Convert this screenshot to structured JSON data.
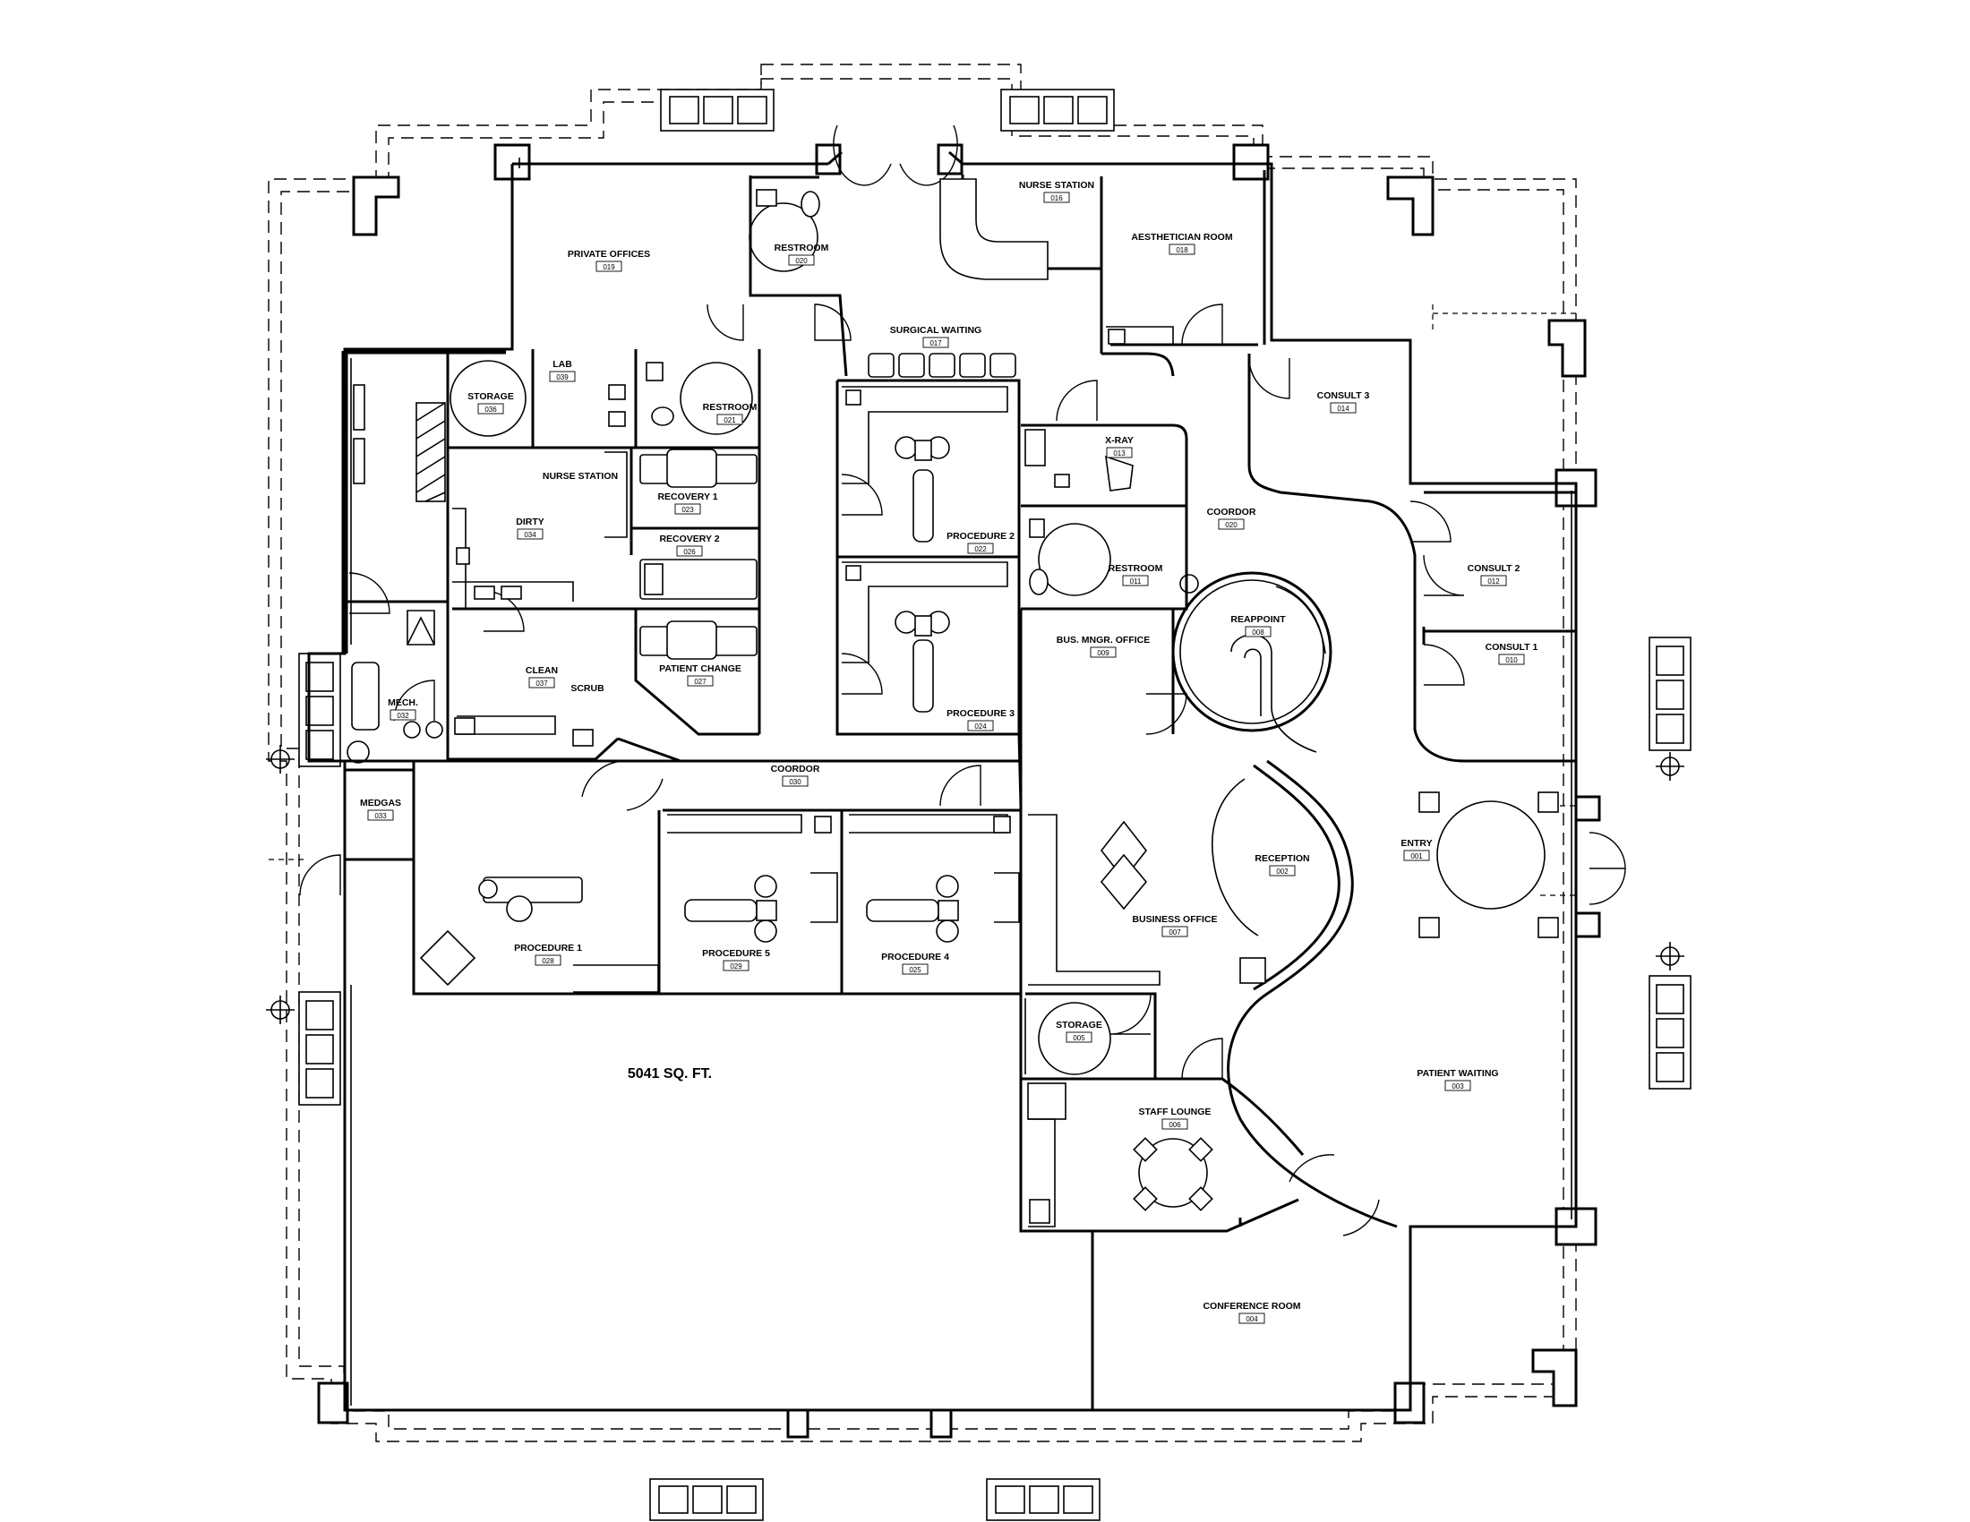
{
  "total_area": "5041 SQ. FT.",
  "rooms": [
    {
      "key": "private_offices",
      "label": "PRIVATE OFFICES",
      "number": "019"
    },
    {
      "key": "restroom_020",
      "label": "RESTROOM",
      "number": "020"
    },
    {
      "key": "nurse_station_016",
      "label": "NURSE STATION",
      "number": "016"
    },
    {
      "key": "aesthetician_room",
      "label": "AESTHETICIAN ROOM",
      "number": "018"
    },
    {
      "key": "surgical_waiting",
      "label": "SURGICAL WAITING",
      "number": "017"
    },
    {
      "key": "consult_3",
      "label": "CONSULT 3",
      "number": "014"
    },
    {
      "key": "lab",
      "label": "LAB",
      "number": "039"
    },
    {
      "key": "storage_036",
      "label": "STORAGE",
      "number": "036"
    },
    {
      "key": "restroom_021",
      "label": "RESTROOM",
      "number": "021"
    },
    {
      "key": "nurse_station",
      "label": "NURSE STATION",
      "number": ""
    },
    {
      "key": "dirty",
      "label": "DIRTY",
      "number": "034"
    },
    {
      "key": "recovery_1",
      "label": "RECOVERY 1",
      "number": "023"
    },
    {
      "key": "recovery_2",
      "label": "RECOVERY 2",
      "number": "026"
    },
    {
      "key": "procedure_2",
      "label": "PROCEDURE 2",
      "number": "022"
    },
    {
      "key": "x_ray",
      "label": "X-RAY",
      "number": "013"
    },
    {
      "key": "coordor_upper",
      "label": "COORDOR",
      "number": "020"
    },
    {
      "key": "consult_2",
      "label": "CONSULT 2",
      "number": "012"
    },
    {
      "key": "restroom_011",
      "label": "RESTROOM",
      "number": "011"
    },
    {
      "key": "clean",
      "label": "CLEAN",
      "number": "037"
    },
    {
      "key": "scrub",
      "label": "SCRUB",
      "number": ""
    },
    {
      "key": "patient_change",
      "label": "PATIENT CHANGE",
      "number": "027"
    },
    {
      "key": "mech",
      "label": "MECH.",
      "number": "032"
    },
    {
      "key": "procedure_3",
      "label": "PROCEDURE 3",
      "number": "024"
    },
    {
      "key": "bus_mngr_office",
      "label": "BUS. MNGR. OFFICE",
      "number": "009"
    },
    {
      "key": "reappoint",
      "label": "REAPPOINT",
      "number": "008"
    },
    {
      "key": "consult_1",
      "label": "CONSULT 1",
      "number": "010"
    },
    {
      "key": "medgas",
      "label": "MEDGAS",
      "number": "033"
    },
    {
      "key": "coordor_lower",
      "label": "COORDOR",
      "number": "030"
    },
    {
      "key": "entry",
      "label": "ENTRY",
      "number": "001"
    },
    {
      "key": "reception",
      "label": "RECEPTION",
      "number": "002"
    },
    {
      "key": "procedure_1",
      "label": "PROCEDURE 1",
      "number": "028"
    },
    {
      "key": "procedure_5",
      "label": "PROCEDURE 5",
      "number": "029"
    },
    {
      "key": "procedure_4",
      "label": "PROCEDURE 4",
      "number": "025"
    },
    {
      "key": "business_office",
      "label": "BUSINESS OFFICE",
      "number": "007"
    },
    {
      "key": "storage_005",
      "label": "STORAGE",
      "number": "005"
    },
    {
      "key": "patient_waiting",
      "label": "PATIENT WAITING",
      "number": "003"
    },
    {
      "key": "staff_lounge",
      "label": "STAFF LOUNGE",
      "number": "006"
    },
    {
      "key": "conference_room",
      "label": "CONFERENCE ROOM",
      "number": "004"
    }
  ]
}
